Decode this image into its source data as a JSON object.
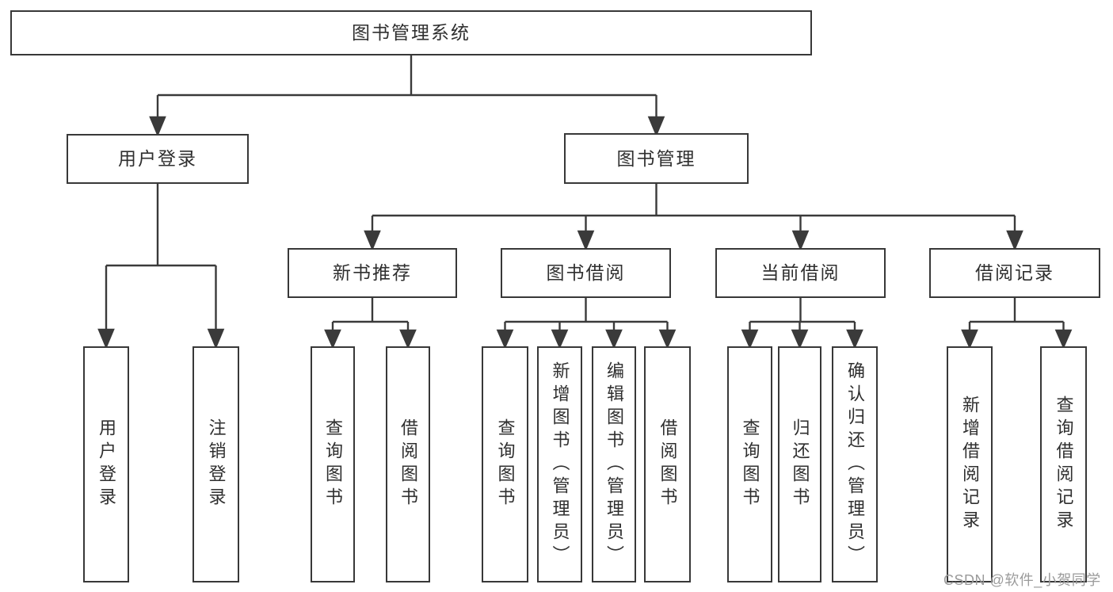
{
  "diagram_title": "图书管理系统",
  "colors": {
    "line": "#3a3a3a",
    "box_border": "#383838",
    "box_background": "#ffffff",
    "text": "#2f2f2f",
    "watermark": "#9b9b9b"
  },
  "tree": {
    "label": "图书管理系统",
    "children": [
      {
        "label": "用户登录",
        "children": [
          {
            "label": "用户登录"
          },
          {
            "label": "注销登录"
          }
        ]
      },
      {
        "label": "图书管理",
        "children": [
          {
            "label": "新书推荐",
            "children": [
              {
                "label": "查询图书"
              },
              {
                "label": "借阅图书"
              }
            ]
          },
          {
            "label": "图书借阅",
            "children": [
              {
                "label": "查询图书"
              },
              {
                "label": "新增图书（管理员）"
              },
              {
                "label": "编辑图书（管理员）"
              },
              {
                "label": "借阅图书"
              }
            ]
          },
          {
            "label": "当前借阅",
            "children": [
              {
                "label": "查询图书"
              },
              {
                "label": "归还图书"
              },
              {
                "label": "确认归还（管理员）"
              }
            ]
          },
          {
            "label": "借阅记录",
            "children": [
              {
                "label": "新增借阅记录"
              },
              {
                "label": "查询借阅记录"
              }
            ]
          }
        ]
      }
    ]
  },
  "watermark": {
    "text": "CSDN @软件_小贺同学"
  }
}
